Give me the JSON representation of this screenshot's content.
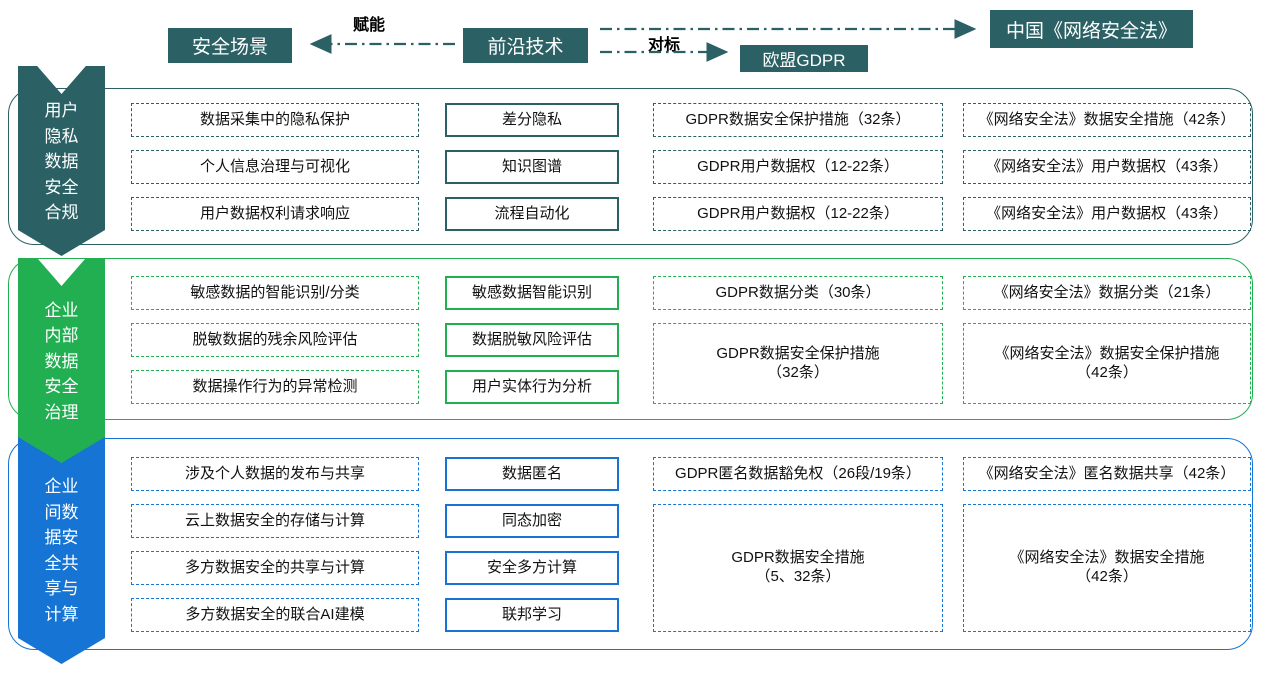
{
  "colors": {
    "teal": "#2B6165",
    "green": "#22AF52",
    "blue": "#1574D4",
    "arrow": "#2B6165"
  },
  "header": {
    "security_scenarios": "安全场景",
    "frontier_technology": "前沿技术",
    "eu_gdpr": "欧盟GDPR",
    "china_law": "中国《网络安全法》",
    "empower": "赋能",
    "benchmark": "对标"
  },
  "groups": [
    {
      "name": "用户隐私数据安全合规",
      "color": "#2B6165",
      "scenarios": [
        "数据采集中的隐私保护",
        "个人信息治理与可视化",
        "用户数据权利请求响应"
      ],
      "technologies": [
        "差分隐私",
        "知识图谱",
        "流程自动化"
      ],
      "gdpr": [
        "GDPR数据安全保护措施（32条）",
        "GDPR用户数据权（12-22条）",
        "GDPR用户数据权（12-22条）"
      ],
      "law": [
        "《网络安全法》数据安全措施（42条）",
        "《网络安全法》用户数据权（43条）",
        "《网络安全法》用户数据权（43条）"
      ]
    },
    {
      "name": "企业内部数据安全治理",
      "color": "#22AF52",
      "scenarios": [
        "敏感数据的智能识别/分类",
        "脱敏数据的残余风险评估",
        "数据操作行为的异常检测"
      ],
      "technologies": [
        "敏感数据智能识别",
        "数据脱敏风险评估",
        "用户实体行为分析"
      ],
      "gdpr": [
        "GDPR数据分类（30条）",
        "GDPR数据安全保护措施\n（32条）"
      ],
      "law": [
        "《网络安全法》数据分类（21条）",
        "《网络安全法》数据安全保护措施\n（42条）"
      ]
    },
    {
      "name": "企业间数据安全共享与计算",
      "color": "#1574D4",
      "scenarios": [
        "涉及个人数据的发布与共享",
        "云上数据安全的存储与计算",
        "多方数据安全的共享与计算",
        "多方数据安全的联合AI建模"
      ],
      "technologies": [
        "数据匿名",
        "同态加密",
        "安全多方计算",
        "联邦学习"
      ],
      "gdpr": [
        "GDPR匿名数据豁免权（26段/19条）",
        "GDPR数据安全措施\n（5、32条）"
      ],
      "law": [
        "《网络安全法》匿名数据共享（42条）",
        "《网络安全法》数据安全措施\n（42条）"
      ]
    }
  ]
}
